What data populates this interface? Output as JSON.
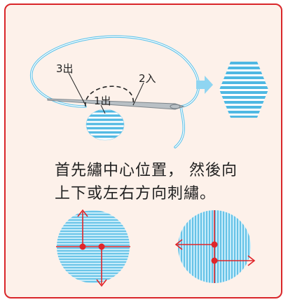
{
  "colors": {
    "frame": "#d9262a",
    "background": "#fdf1ea",
    "thread": "#5ec3ea",
    "stitch_dark": "#4fb8e2",
    "stitch_light": "#c6ecfa",
    "arrow_red": "#e0262a",
    "needle": "#9aa2a8"
  },
  "labels": {
    "point_3": "3出",
    "point_2": "2入",
    "point_1": "1出"
  },
  "caption": {
    "line1": "首先繡中心位置， 然後向",
    "line2": "上下或左右方向刺繡。"
  },
  "icons": {
    "needle": "needle-icon",
    "arrow": "right-arrow-icon"
  }
}
